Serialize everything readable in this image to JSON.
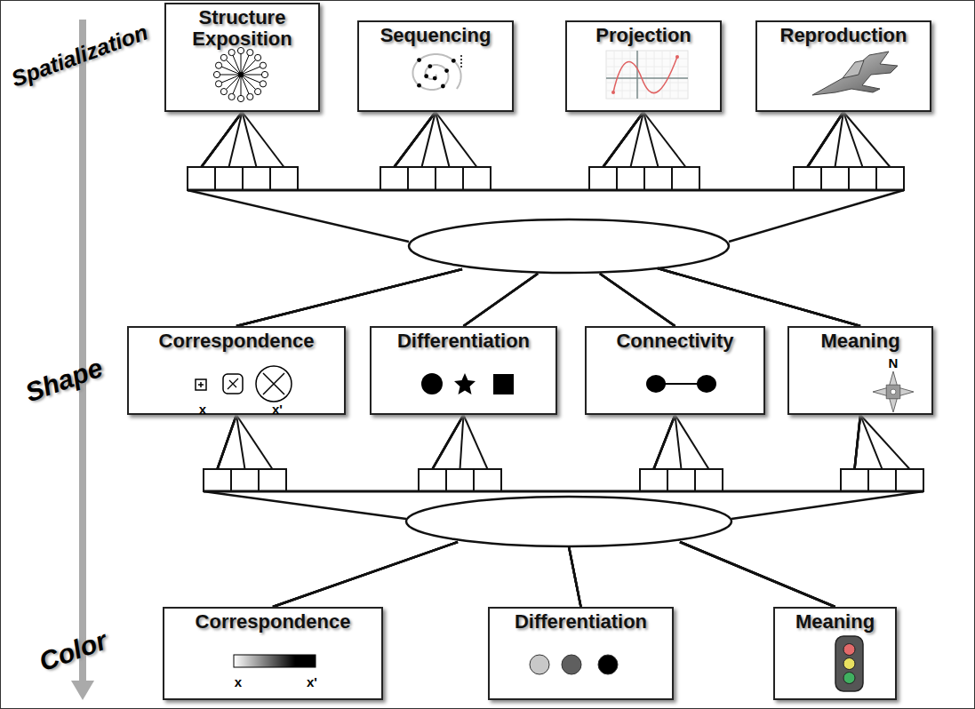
{
  "diagram": {
    "nodes": [
      {
        "text": [
          "Structure Exposition"
        ]
      },
      {
        "text": [
          "Sequencing"
        ]
      },
      {
        "text": [
          "Projection"
        ]
      },
      {
        "text": [
          "Reproduction"
        ]
      },
      {
        "text": [
          "Correspondence"
        ]
      },
      {
        "text": [
          "Differentiation"
        ]
      },
      {
        "text": [
          "Connectivity"
        ]
      },
      {
        "text": [
          "Meaning"
        ]
      },
      {
        "text": [
          "Correspondence"
        ]
      },
      {
        "text": [
          "Differentiation"
        ]
      },
      {
        "text": [
          "Meaning"
        ]
      }
    ],
    "edges": [
      {
        "from": 0,
        "to": 4,
        "arrow": "none"
      },
      {
        "from": 0,
        "to": 5,
        "arrow": "none"
      },
      {
        "from": 0,
        "to": 6,
        "arrow": "none"
      },
      {
        "from": 0,
        "to": 7,
        "arrow": "none"
      },
      {
        "from": 1,
        "to": 4,
        "arrow": "none"
      },
      {
        "from": 1,
        "to": 5,
        "arrow": "none"
      },
      {
        "from": 1,
        "to": 6,
        "arrow": "none"
      },
      {
        "from": 1,
        "to": 7,
        "arrow": "none"
      },
      {
        "from": 2,
        "to": 4,
        "arrow": "none"
      },
      {
        "from": 2,
        "to": 5,
        "arrow": "none"
      },
      {
        "from": 2,
        "to": 6,
        "arrow": "none"
      },
      {
        "from": 2,
        "to": 7,
        "arrow": "none"
      },
      {
        "from": 3,
        "to": 4,
        "arrow": "none"
      },
      {
        "from": 3,
        "to": 5,
        "arrow": "none"
      },
      {
        "from": 3,
        "to": 6,
        "arrow": "none"
      },
      {
        "from": 3,
        "to": 7,
        "arrow": "none"
      },
      {
        "from": 4,
        "to": 8,
        "arrow": "none"
      },
      {
        "from": 4,
        "to": 9,
        "arrow": "none"
      },
      {
        "from": 4,
        "to": 10,
        "arrow": "none"
      },
      {
        "from": 5,
        "to": 8,
        "arrow": "none"
      },
      {
        "from": 5,
        "to": 9,
        "arrow": "none"
      },
      {
        "from": 5,
        "to": 10,
        "arrow": "none"
      },
      {
        "from": 6,
        "to": 8,
        "arrow": "none"
      },
      {
        "from": 6,
        "to": 9,
        "arrow": "none"
      },
      {
        "from": 6,
        "to": 10,
        "arrow": "none"
      },
      {
        "from": 7,
        "to": 8,
        "arrow": "none"
      },
      {
        "from": 7,
        "to": 9,
        "arrow": "none"
      },
      {
        "from": 7,
        "to": 10,
        "arrow": "none"
      }
    ],
    "labels": [
      "Spatialization",
      "Shape",
      "Color",
      "x",
      "x'",
      "N",
      "x",
      "x'"
    ]
  }
}
